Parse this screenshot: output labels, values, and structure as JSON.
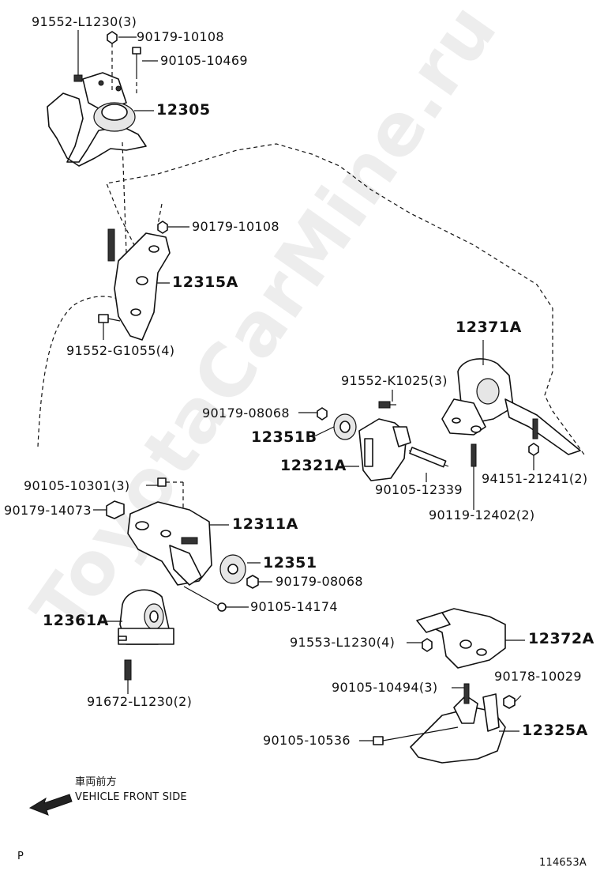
{
  "watermark": "ToyotaCarMine.ru",
  "parts": {
    "p91552_L1230": "91552-L1230(3)",
    "p90179_10108_a": "90179-10108",
    "p90105_10469": "90105-10469",
    "p12305": "12305",
    "p90179_10108_b": "90179-10108",
    "p12315A": "12315A",
    "p91552_G1055": "91552-G1055(4)",
    "p12371A": "12371A",
    "p91552_K1025": "91552-K1025(3)",
    "p90179_08068_a": "90179-08068",
    "p12351B": "12351B",
    "p12321A": "12321A",
    "p90105_12339": "90105-12339",
    "p94151_21241": "94151-21241(2)",
    "p90119_12402": "90119-12402(2)",
    "p90105_10301": "90105-10301(3)",
    "p90179_14073": "90179-14073",
    "p12311A": "12311A",
    "p12351": "12351",
    "p90179_08068_b": "90179-08068",
    "p90105_14174": "90105-14174",
    "p12361A": "12361A",
    "p91672_L1230": "91672-L1230(2)",
    "p91553_L1230": "91553-L1230(4)",
    "p12372A": "12372A",
    "p90105_10494": "90105-10494(3)",
    "p90178_10029": "90178-10029",
    "p90105_10536": "90105-10536",
    "p12325A": "12325A"
  },
  "legend": {
    "jp": "車両前方",
    "en": "VEHICLE FRONT SIDE"
  },
  "corner_left": "P",
  "figure_id": "114653A",
  "icons": [
    "front-arrow-icon"
  ]
}
